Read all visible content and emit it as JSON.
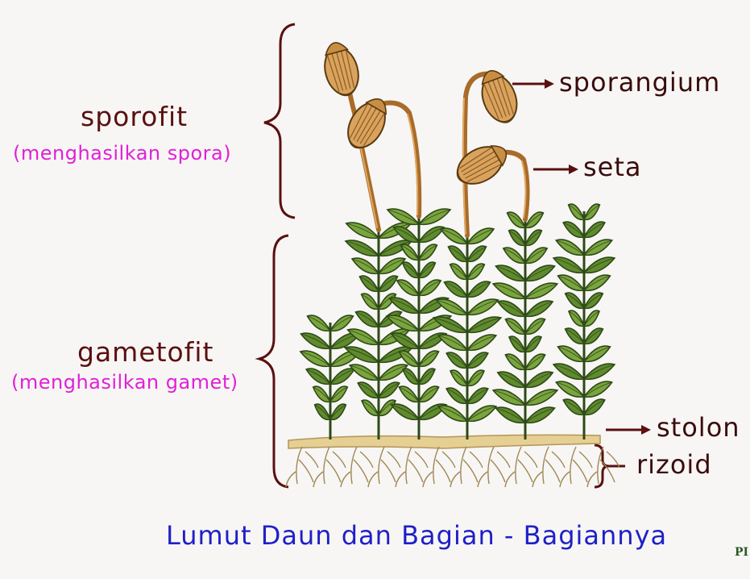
{
  "labels": {
    "sporofit": "sporofit",
    "sporofit_note": "(menghasilkan spora)",
    "gametofit": "gametofit",
    "gametofit_note": "(menghasilkan gamet)",
    "sporangium": "sporangium",
    "seta": "seta",
    "stolon": "stolon",
    "rizoid": "rizoid"
  },
  "caption": "Lumut Daun dan Bagian - Bagiannya",
  "corner_mark": "PI",
  "colors": {
    "label": "#5a1010",
    "note": "#e020d8",
    "caption": "#1f1fc8",
    "bracket": "#5a1010",
    "leaf": "#5f8a2e",
    "leaf_dark": "#2e4a16",
    "stalk": "#b0742c",
    "capsule": "#d9a35e",
    "root": "#c9b078"
  }
}
